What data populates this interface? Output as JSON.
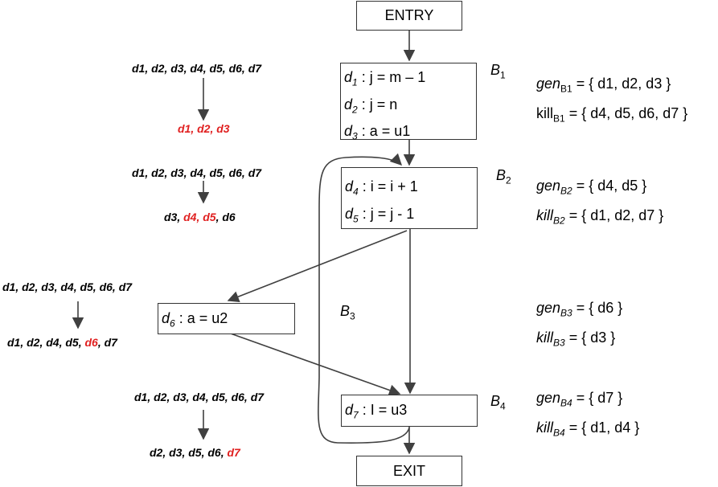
{
  "entry_label": "ENTRY",
  "exit_label": "EXIT",
  "blocks": {
    "b1": {
      "name": "B",
      "sub": "1",
      "stmts": [
        {
          "d": "d",
          "n": "1",
          "text": " : j = m  –  1"
        },
        {
          "d": "d",
          "n": "2",
          "text": " : j = n"
        },
        {
          "d": "d",
          "n": "3",
          "text": " : a = u1"
        }
      ]
    },
    "b2": {
      "name": "B",
      "sub": "2",
      "stmts": [
        {
          "d": "d",
          "n": "4",
          "text": " : i = i + 1"
        },
        {
          "d": "d",
          "n": "5",
          "text": " : j = j - 1"
        }
      ]
    },
    "b3": {
      "name": "B",
      "sub": "3",
      "stmts": [
        {
          "d": "d",
          "n": "6",
          "text": " : a = u2"
        }
      ]
    },
    "b4": {
      "name": "B",
      "sub": "4",
      "stmts": [
        {
          "d": "d",
          "n": "7",
          "text": " : I = u3"
        }
      ]
    }
  },
  "sets": {
    "b1": {
      "gen_word": "gen",
      "gen_sub": "B1",
      "gen_rhs": " = { d1, d2, d3 }",
      "kill_word": "kill",
      "kill_sub": "B1",
      "kill_rhs": " = { d4, d5, d6, d7 }"
    },
    "b2": {
      "gen_word": "gen",
      "gen_sub": "B2",
      "gen_rhs": " = { d4, d5 }",
      "kill_word": "kill",
      "kill_sub": "B2",
      "kill_rhs": " = { d1, d2, d7 }"
    },
    "b3": {
      "gen_word": "gen",
      "gen_sub": "B3",
      "gen_rhs": " = { d6 }",
      "kill_word": "kill",
      "kill_sub": "B3",
      "kill_rhs": " = { d3 }"
    },
    "b4": {
      "gen_word": "gen",
      "gen_sub": "B4",
      "gen_rhs": " = { d7 }",
      "kill_word": "kill",
      "kill_sub": "B4",
      "kill_rhs": " = { d1, d4 }"
    }
  },
  "flows": {
    "b1": {
      "in": "d1, d2, d3, d4, d5, d6, d7",
      "out": [
        {
          "t": "d1, d2, d3",
          "red": true
        }
      ]
    },
    "b2": {
      "in": "d1, d2, d3, d4, d5, d6, d7",
      "out": [
        {
          "t": "d3, ",
          "red": false
        },
        {
          "t": "d4, d5",
          "red": true
        },
        {
          "t": ", d6",
          "red": false
        }
      ]
    },
    "b3": {
      "in": "d1, d2, d3, d4, d5, d6, d7",
      "out": [
        {
          "t": "d1, d2, d4, d5, ",
          "red": false
        },
        {
          "t": "d6",
          "red": true
        },
        {
          "t": ", d7",
          "red": false
        }
      ]
    },
    "b4": {
      "in": "d1, d2, d3, d4, d5, d6, d7",
      "out": [
        {
          "t": "d2, d3, d5, d6, ",
          "red": false
        },
        {
          "t": "d7",
          "red": true
        }
      ]
    }
  },
  "colors": {
    "line": "#404040",
    "highlight": "#e02020"
  }
}
